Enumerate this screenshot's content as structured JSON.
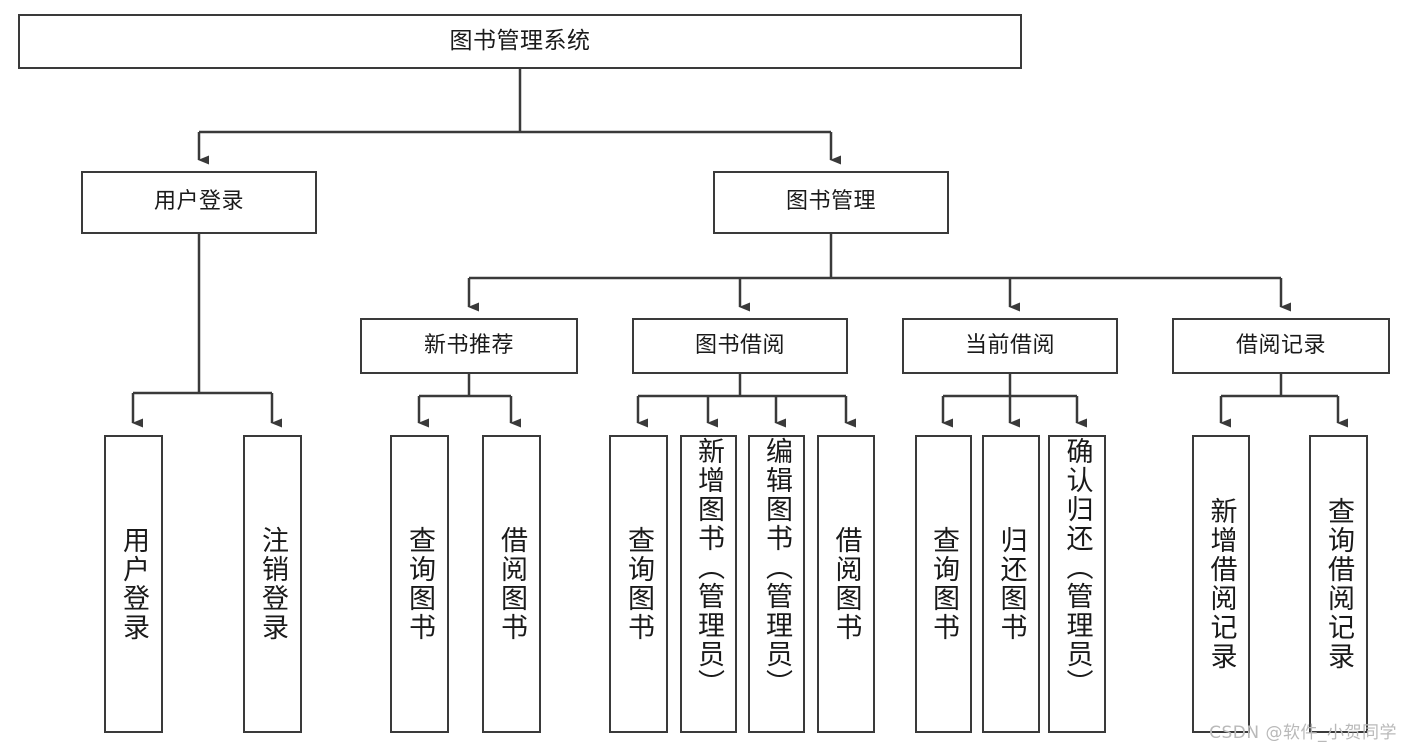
{
  "diagram": {
    "title": "图书管理系统",
    "type": "tree",
    "watermark": "CSDN @软件_小贺同学",
    "colors": {
      "stroke": "#3a3a3a",
      "fill": "#ffffff",
      "text": "#1a1a1a",
      "watermark": "#b9b9b9"
    },
    "nodes": {
      "root": {
        "label": "图书管理系统"
      },
      "level1": [
        {
          "label": "用户登录"
        },
        {
          "label": "图书管理"
        }
      ],
      "level2": [
        {
          "label": "新书推荐"
        },
        {
          "label": "图书借阅"
        },
        {
          "label": "当前借阅"
        },
        {
          "label": "借阅记录"
        }
      ],
      "leaves": {
        "user_login": [
          {
            "label": "用户登录"
          },
          {
            "label": "注销登录"
          }
        ],
        "new_book_recommend": [
          {
            "label": "查询图书"
          },
          {
            "label": "借阅图书"
          }
        ],
        "book_borrow": [
          {
            "label": "查询图书"
          },
          {
            "label": "新增图书（管理员）"
          },
          {
            "label": "编辑图书（管理员）"
          },
          {
            "label": "借阅图书"
          }
        ],
        "current_borrow": [
          {
            "label": "查询图书"
          },
          {
            "label": "归还图书"
          },
          {
            "label": "确认归还（管理员）"
          }
        ],
        "borrow_record": [
          {
            "label": "新增借阅记录"
          },
          {
            "label": "查询借阅记录"
          }
        ]
      }
    }
  }
}
